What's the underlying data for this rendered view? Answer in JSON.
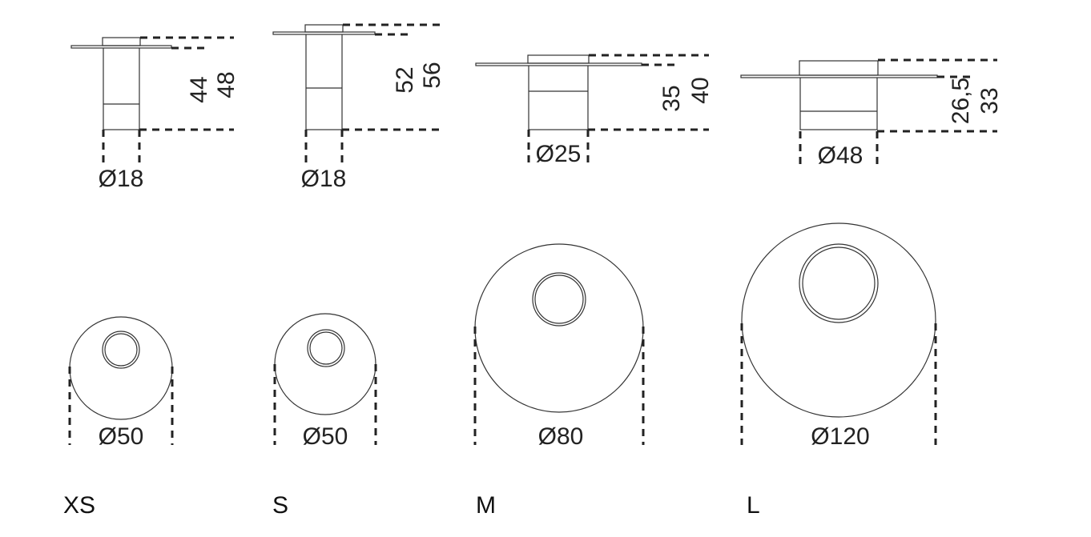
{
  "models": [
    {
      "size": "XS",
      "side": {
        "heights": [
          "44",
          "48"
        ],
        "base_diameter": "Ø18"
      },
      "top": {
        "diameter": "Ø50"
      }
    },
    {
      "size": "S",
      "side": {
        "heights": [
          "52",
          "56"
        ],
        "base_diameter": "Ø18"
      },
      "top": {
        "diameter": "Ø50"
      }
    },
    {
      "size": "M",
      "side": {
        "heights": [
          "35",
          "40"
        ],
        "base_diameter": "Ø25"
      },
      "top": {
        "diameter": "Ø80"
      }
    },
    {
      "size": "L",
      "side": {
        "heights": [
          "26,5",
          "33"
        ],
        "base_diameter": "Ø48"
      },
      "top": {
        "diameter": "Ø120"
      }
    }
  ]
}
